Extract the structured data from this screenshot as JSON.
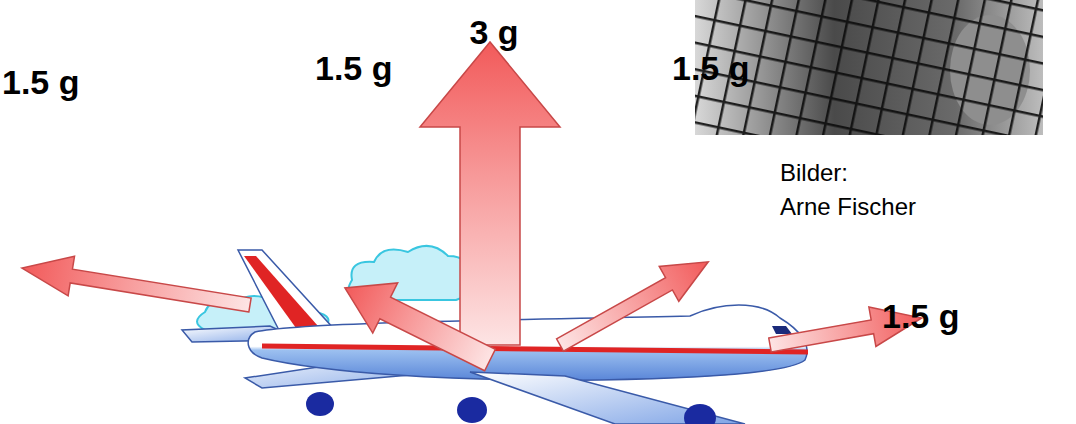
{
  "diagram": {
    "labels": [
      "3 g",
      "1.5 g",
      "1.5 g",
      "1.5 g",
      "1.5 g",
      "Bilder: Arne Fischer"
    ]
  }
}
